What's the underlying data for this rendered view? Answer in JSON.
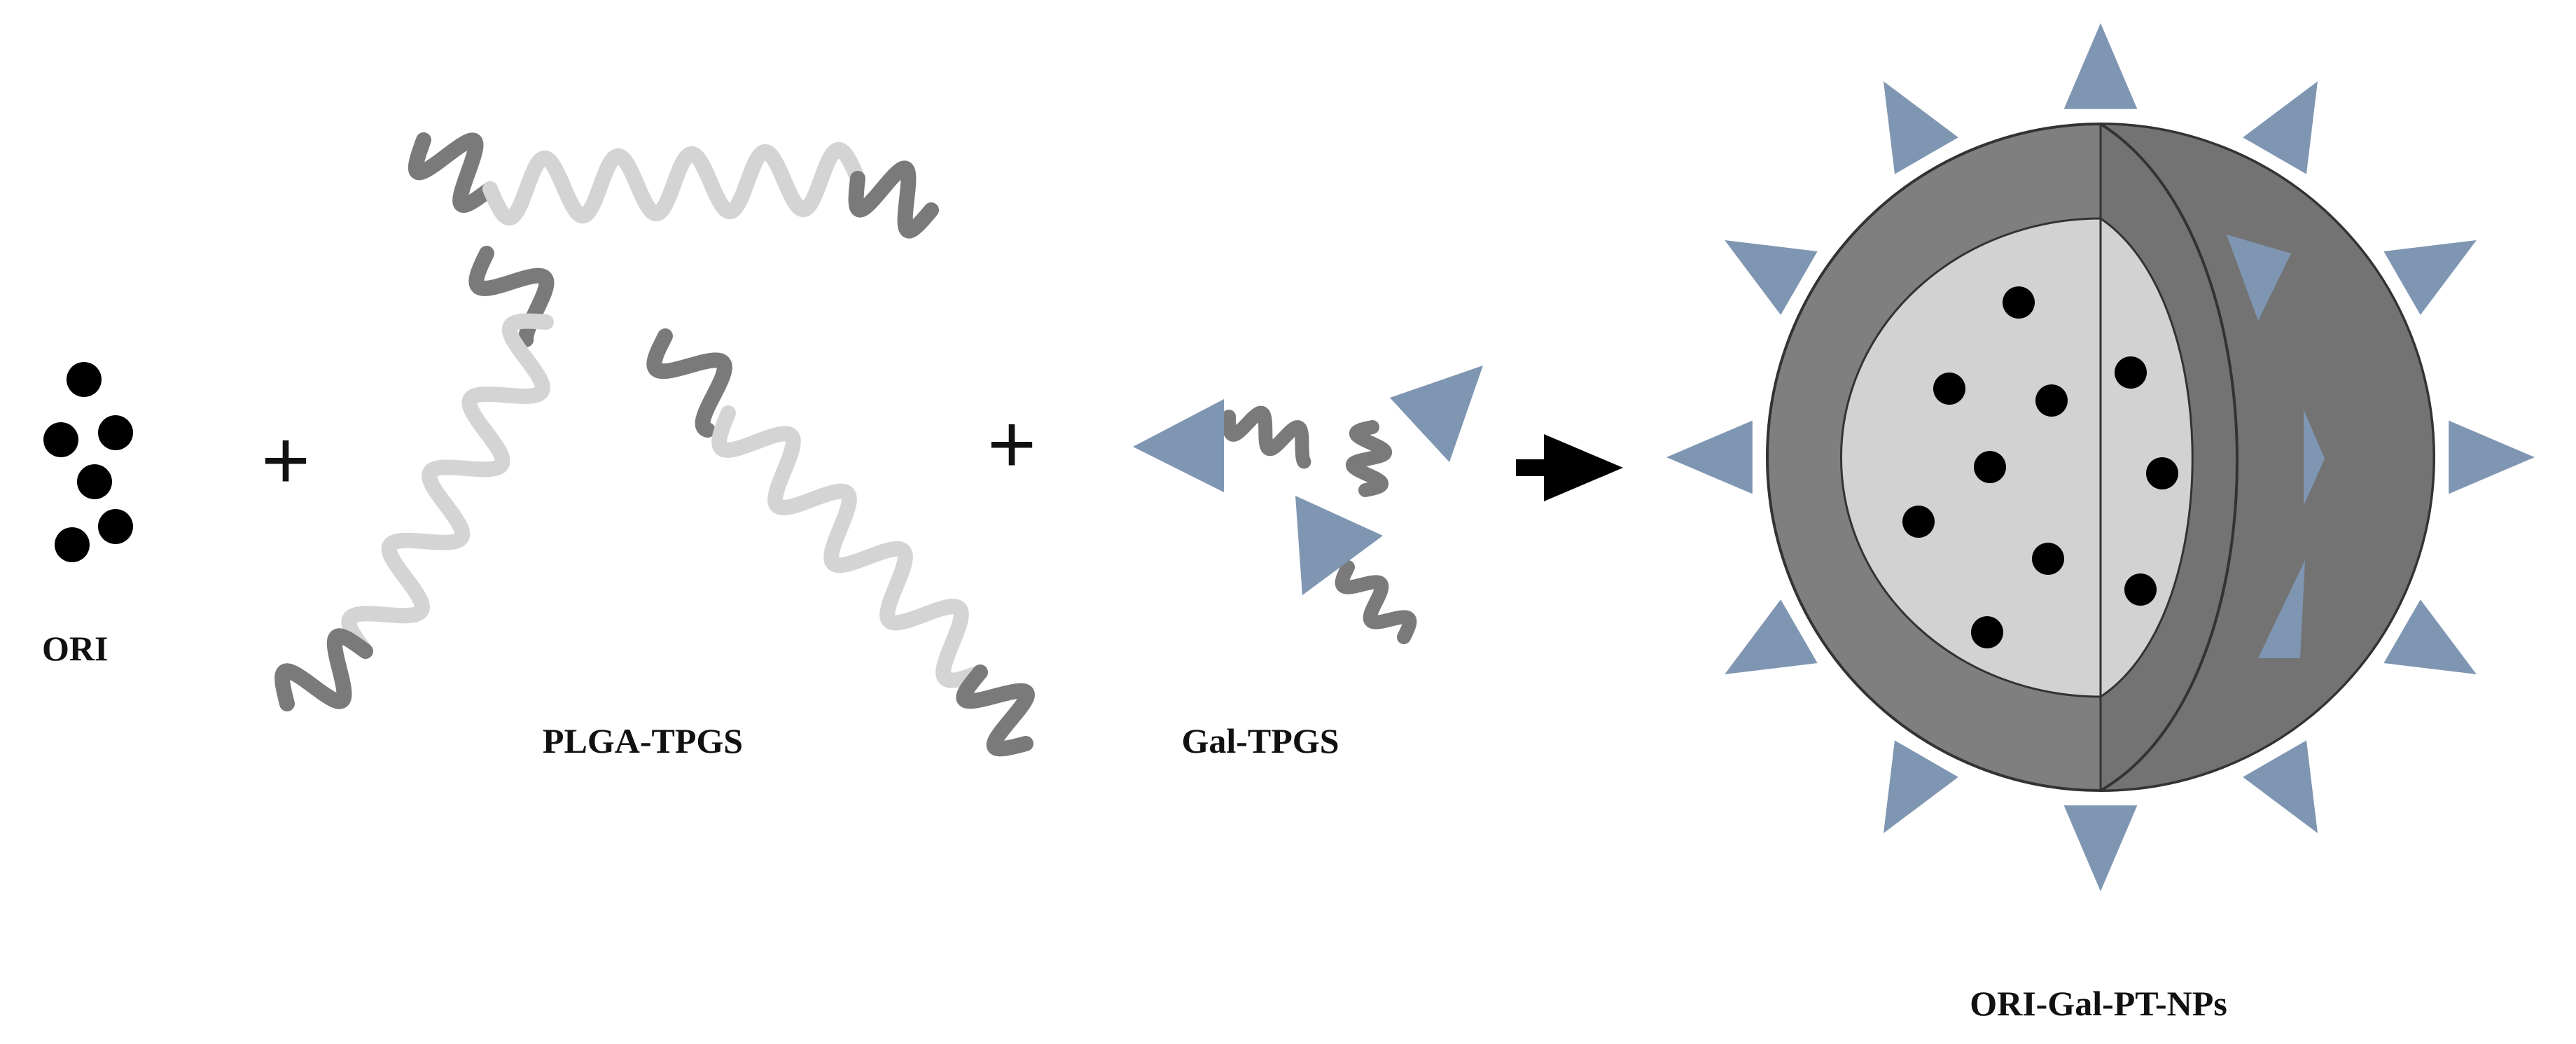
{
  "labels": {
    "ori": "ORI",
    "plga_tpgs": "PLGA-TPGS",
    "gal_tpgs": "Gal-TPGS",
    "product": "ORI-Gal-PT-NPs"
  },
  "symbols": {
    "plus": "+",
    "arrow": "right-arrow-icon"
  },
  "colors": {
    "drug": "#000000",
    "plga_segment": "#d4d4d4",
    "tpgs_segment": "#7a7a7a",
    "galactose": "#7f96b3",
    "shell": "#7f7f7f",
    "core": "#d2d2d2"
  }
}
